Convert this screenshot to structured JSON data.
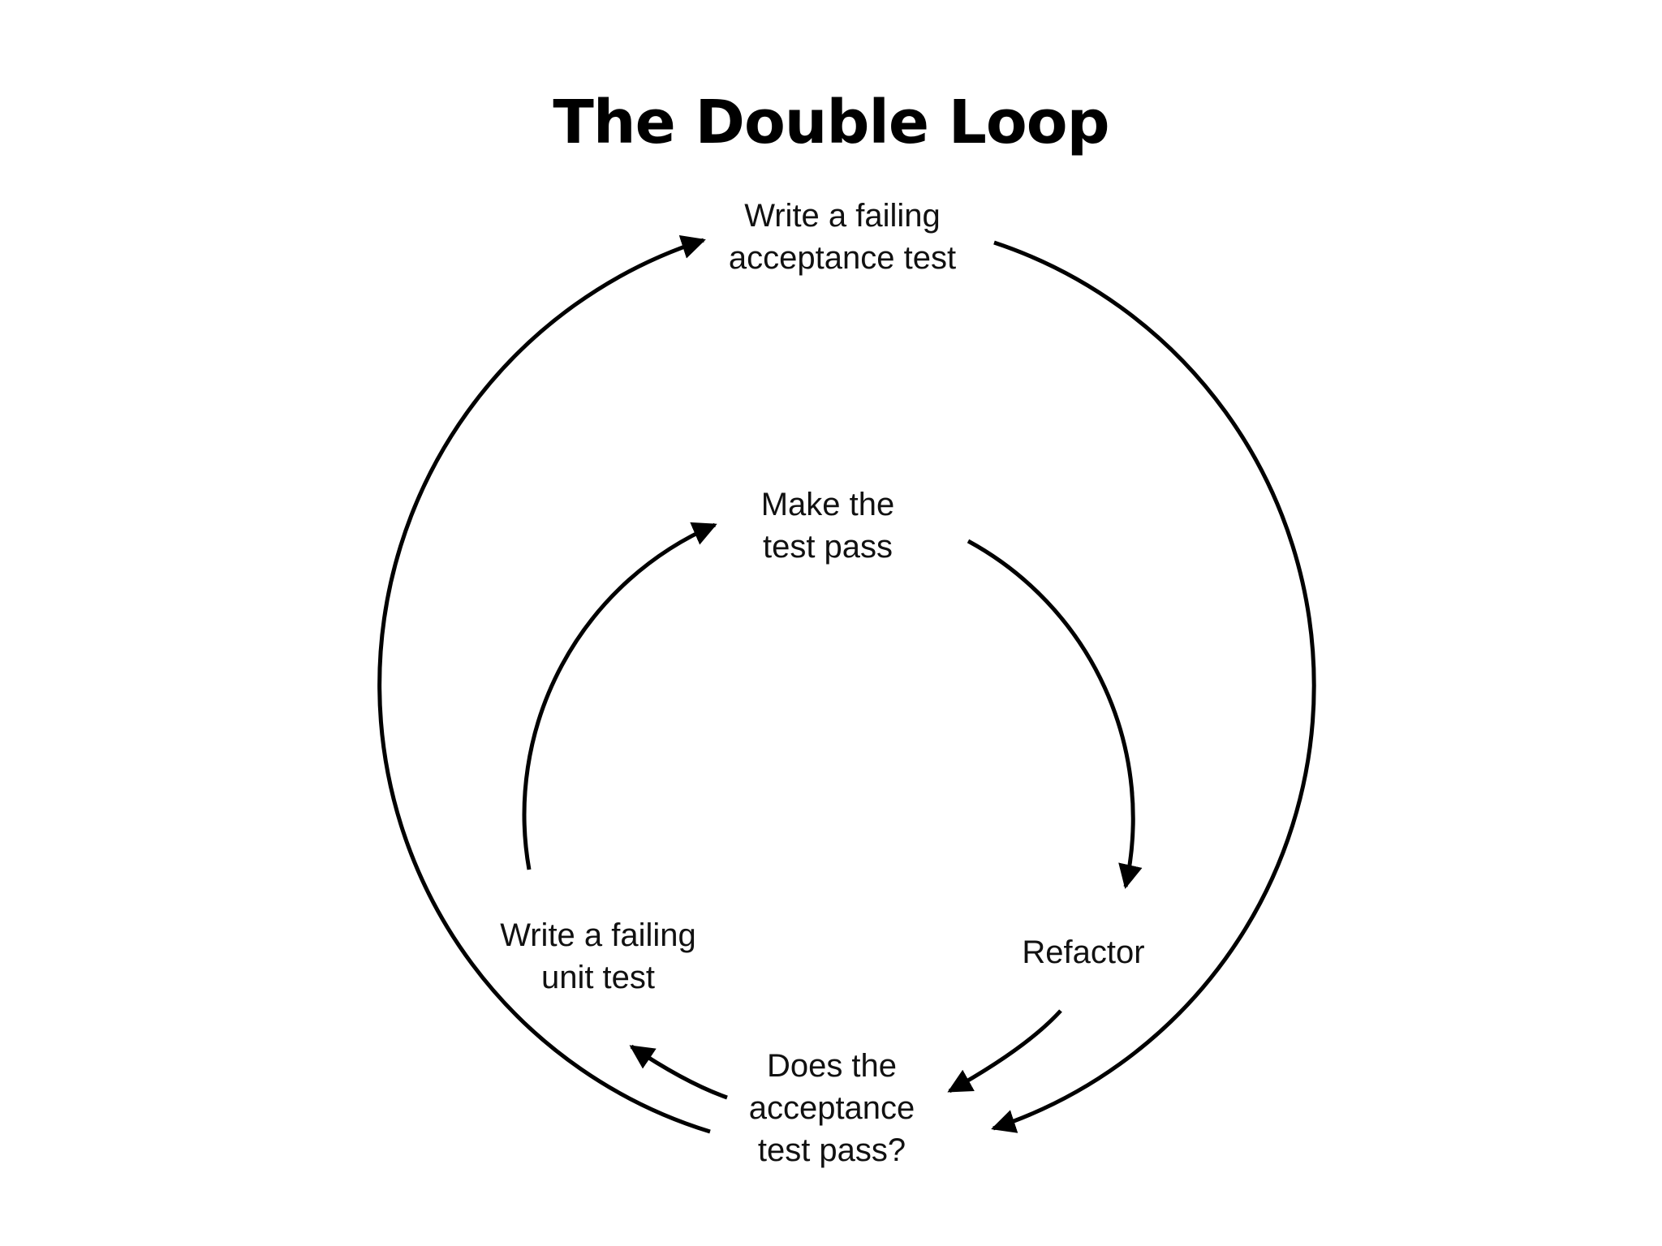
{
  "title": "The Double Loop",
  "nodes": {
    "acceptance_test": {
      "lines": [
        "Write a failing",
        "acceptance test"
      ]
    },
    "make_pass": {
      "lines": [
        "Make the",
        "test pass"
      ]
    },
    "refactor": {
      "lines": [
        "Refactor"
      ]
    },
    "does_pass": {
      "lines": [
        "Does the",
        "acceptance",
        "test pass?"
      ]
    },
    "unit_test": {
      "lines": [
        "Write a failing",
        "unit test"
      ]
    }
  },
  "colors": {
    "background": "#ffffff",
    "stroke": "#000000",
    "text": "#111111"
  },
  "icons": {
    "arrowhead": "triangle-arrowhead-icon"
  }
}
